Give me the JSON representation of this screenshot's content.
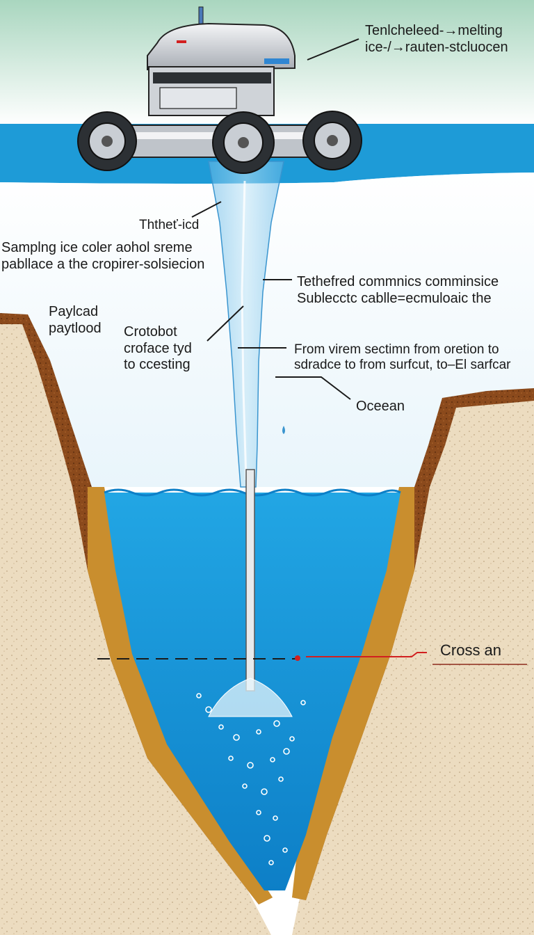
{
  "colors": {
    "sky_top": "#a9d6bf",
    "sky_bottom": "#ffffff",
    "ice_water": "#1e9bd7",
    "ocean": "#1aa0e0",
    "ocean_deep": "#0d7fc7",
    "sand": "#ecdcc0",
    "rock_brown": "#8b4a1c",
    "rock_ochre": "#c98e2e",
    "robot_body": "#d9dde2",
    "cable": "#e8eaec",
    "pointer_red": "#d21f1f"
  },
  "labels": {
    "top": [
      "Tenlcheleed-→melting",
      "ice-/→rauten-stcluocen"
    ],
    "tether": [
      "Ththeť-icd"
    ],
    "sampling": [
      "Samplng ice coler aohol sreme",
      "pabllace a the cropirer-solsiecion"
    ],
    "tethered": [
      "Tethefred commnics comminsice",
      "Sublecctc cablle=ecmuloaic the"
    ],
    "payload": [
      "Paylcad",
      "paytlood"
    ],
    "crobot": [
      "Crotobot",
      "croface tyd",
      "to ccesting"
    ],
    "from": [
      "From virem sectimn from oretion to",
      "sdradce to from surfcut,  to–El sarfcar"
    ],
    "ocean": [
      "Oceean"
    ],
    "cross": [
      "Cross  an"
    ]
  },
  "icons": [
    "rover-robot-icon",
    "wheel-icon",
    "bubbles-icon"
  ]
}
